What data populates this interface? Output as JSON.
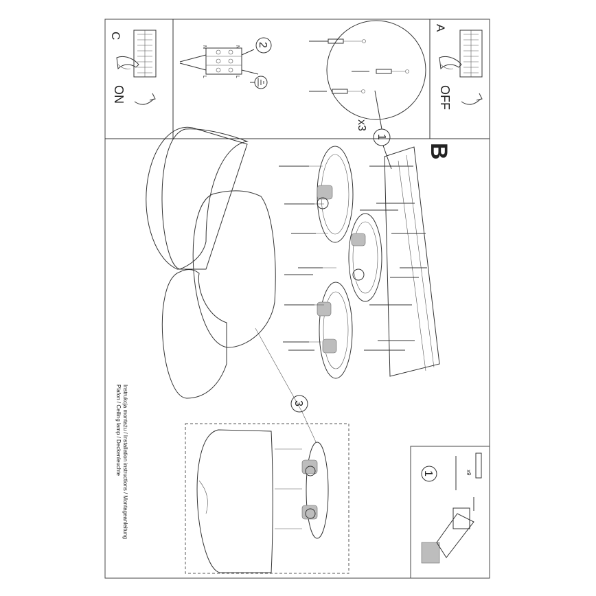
{
  "panels": {
    "a": {
      "letter": "A",
      "state": "OFF"
    },
    "c": {
      "letter": "C",
      "state": "ON"
    },
    "b": {
      "letter": "B"
    }
  },
  "wiring": {
    "step": "2",
    "terminal_labels": [
      "N",
      "N",
      "L",
      "L"
    ]
  },
  "ceiling_mount": {
    "step": "1",
    "multiplier": "x3"
  },
  "assembly_step": "3",
  "tools_box": {
    "step": "1",
    "count": "x9"
  },
  "caption": {
    "line1": "Instrukcja montażu / Installation instructions / Montageanleitung",
    "line2": "Plafon / Ceiling lamp / Deckenleuchte"
  }
}
